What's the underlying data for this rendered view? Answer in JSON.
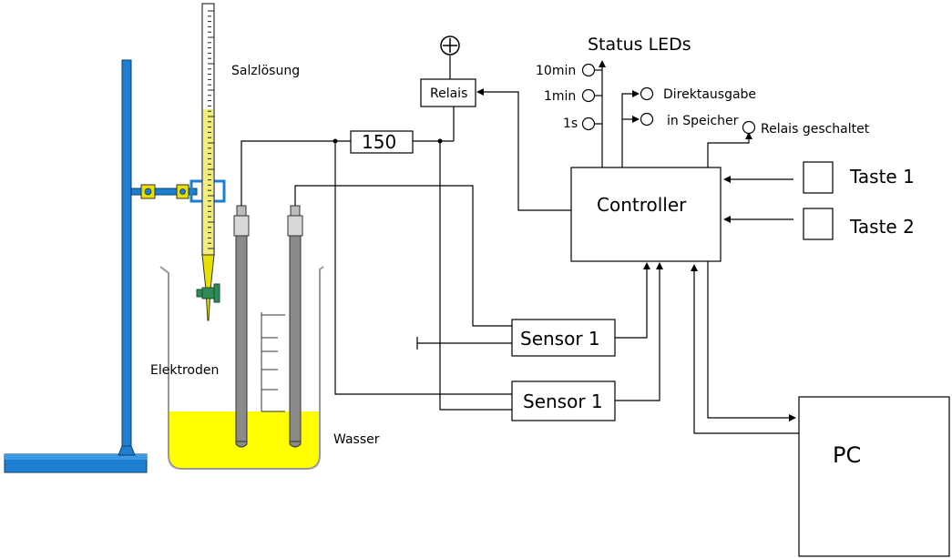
{
  "labels": {
    "salt_solution": "Salzlösung",
    "status_leds_title": "Status LEDs",
    "led_10min": "10min",
    "led_1min": "1min",
    "led_1s": "1s",
    "direct_output": "Direktausgabe",
    "in_memory": "in Speicher",
    "relay_switched": "Relais geschaltet",
    "relay": "Relais",
    "resistor": "150",
    "controller": "Controller",
    "key1": "Taste 1",
    "key2": "Taste 2",
    "sensor1_top": "Sensor 1",
    "sensor1_bottom": "Sensor 1",
    "electrodes": "Elektroden",
    "water": "Wasser",
    "pc": "PC",
    "plus": "+"
  },
  "colors": {
    "stand_blue": "#1e7fd0",
    "water_yellow": "#ffff00",
    "electrode_gray": "#8a8a8a",
    "burette_yellow": "#e8e000",
    "valve_green": "#2e8b57"
  }
}
